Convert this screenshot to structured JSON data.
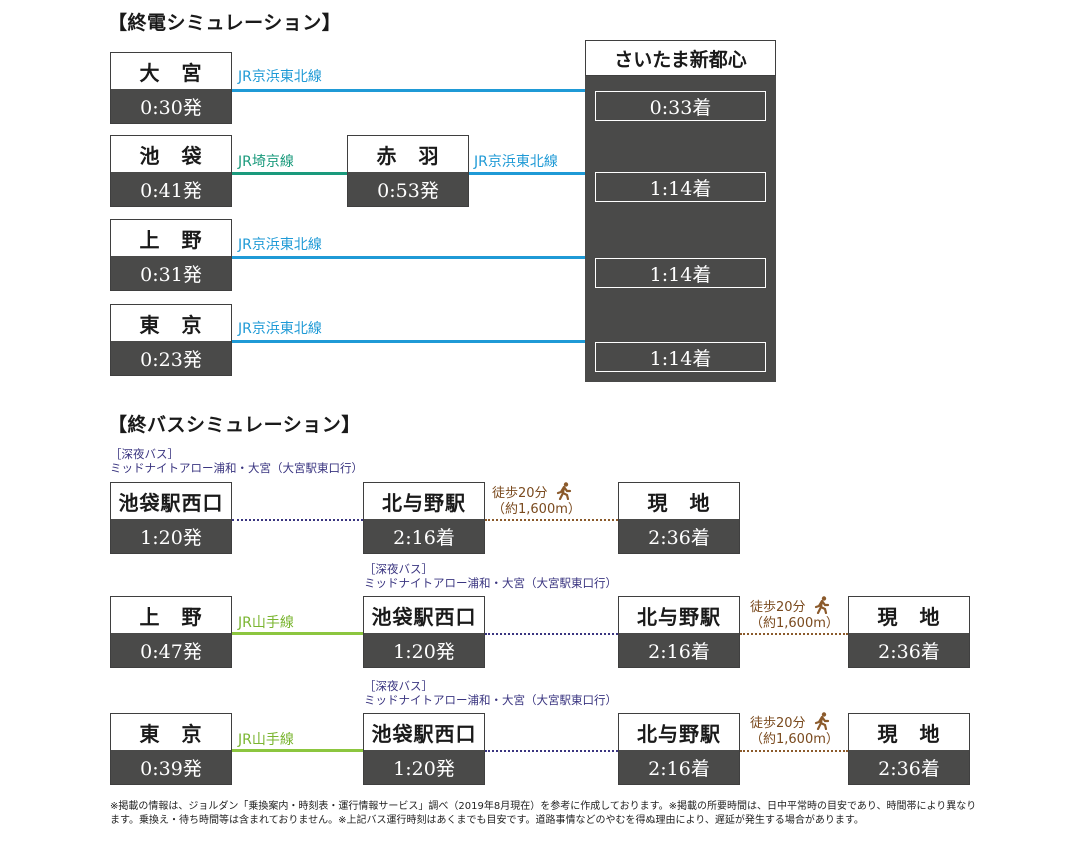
{
  "last_train": {
    "title": "【終電シミュレーション】",
    "destination": "さいたま新都心",
    "routes": [
      {
        "origin": "大　宮",
        "depart": "0:30発",
        "line": "JR京浜東北線",
        "arrive": "0:33着"
      },
      {
        "origin": "池　袋",
        "depart": "0:41発",
        "line": "JR埼京線",
        "transfer": "赤　羽",
        "transfer_depart": "0:53発",
        "line2": "JR京浜東北線",
        "arrive": "1:14着"
      },
      {
        "origin": "上　野",
        "depart": "0:31発",
        "line": "JR京浜東北線",
        "arrive": "1:14着"
      },
      {
        "origin": "東　京",
        "depart": "0:23発",
        "line": "JR京浜東北線",
        "arrive": "1:14着"
      }
    ],
    "colors": {
      "keihin_tohoku": "#1f9ad6",
      "saikyo": "#1a9a7c"
    }
  },
  "last_bus": {
    "title": "【終バスシミュレーション】",
    "bus_label_1": "［深夜バス］",
    "bus_label_2": "ミッドナイトアロー浦和・大宮（大宮駅東口行）",
    "walk_label_1": "徒歩20分",
    "walk_label_2": "（約1,600m）",
    "walker_icon": "walking-person-icon",
    "routes": [
      {
        "stops": [
          {
            "name": "池袋駅西口",
            "time": "1:20発"
          },
          {
            "name": "北与野駅",
            "time": "2:16着"
          },
          {
            "name": "現　地",
            "time": "2:36着"
          }
        ]
      },
      {
        "train_origin": {
          "name": "上　野",
          "time": "0:47発"
        },
        "line": "JR山手線",
        "stops": [
          {
            "name": "池袋駅西口",
            "time": "1:20発"
          },
          {
            "name": "北与野駅",
            "time": "2:16着"
          },
          {
            "name": "現　地",
            "time": "2:36着"
          }
        ]
      },
      {
        "train_origin": {
          "name": "東　京",
          "time": "0:39発"
        },
        "line": "JR山手線",
        "stops": [
          {
            "name": "池袋駅西口",
            "time": "1:20発"
          },
          {
            "name": "北与野駅",
            "time": "2:16着"
          },
          {
            "name": "現　地",
            "time": "2:36着"
          }
        ]
      }
    ],
    "colors": {
      "yamanote": "#8cc63f",
      "bus": "#3a3580",
      "walk": "#8b5a2b"
    }
  },
  "footnote": "※掲載の情報は、ジョルダン「乗換案内・時刻表・運行情報サービス」調べ（2019年8月現在）を参考に作成しております。※掲載の所要時間は、日中平常時の目安であり、時間帯により異なります。乗換え・待ち時間等は含まれておりません。※上記バス運行時刻はあくまでも目安です。道路事情などのやむを得ぬ理由により、遅延が発生する場合があります。"
}
